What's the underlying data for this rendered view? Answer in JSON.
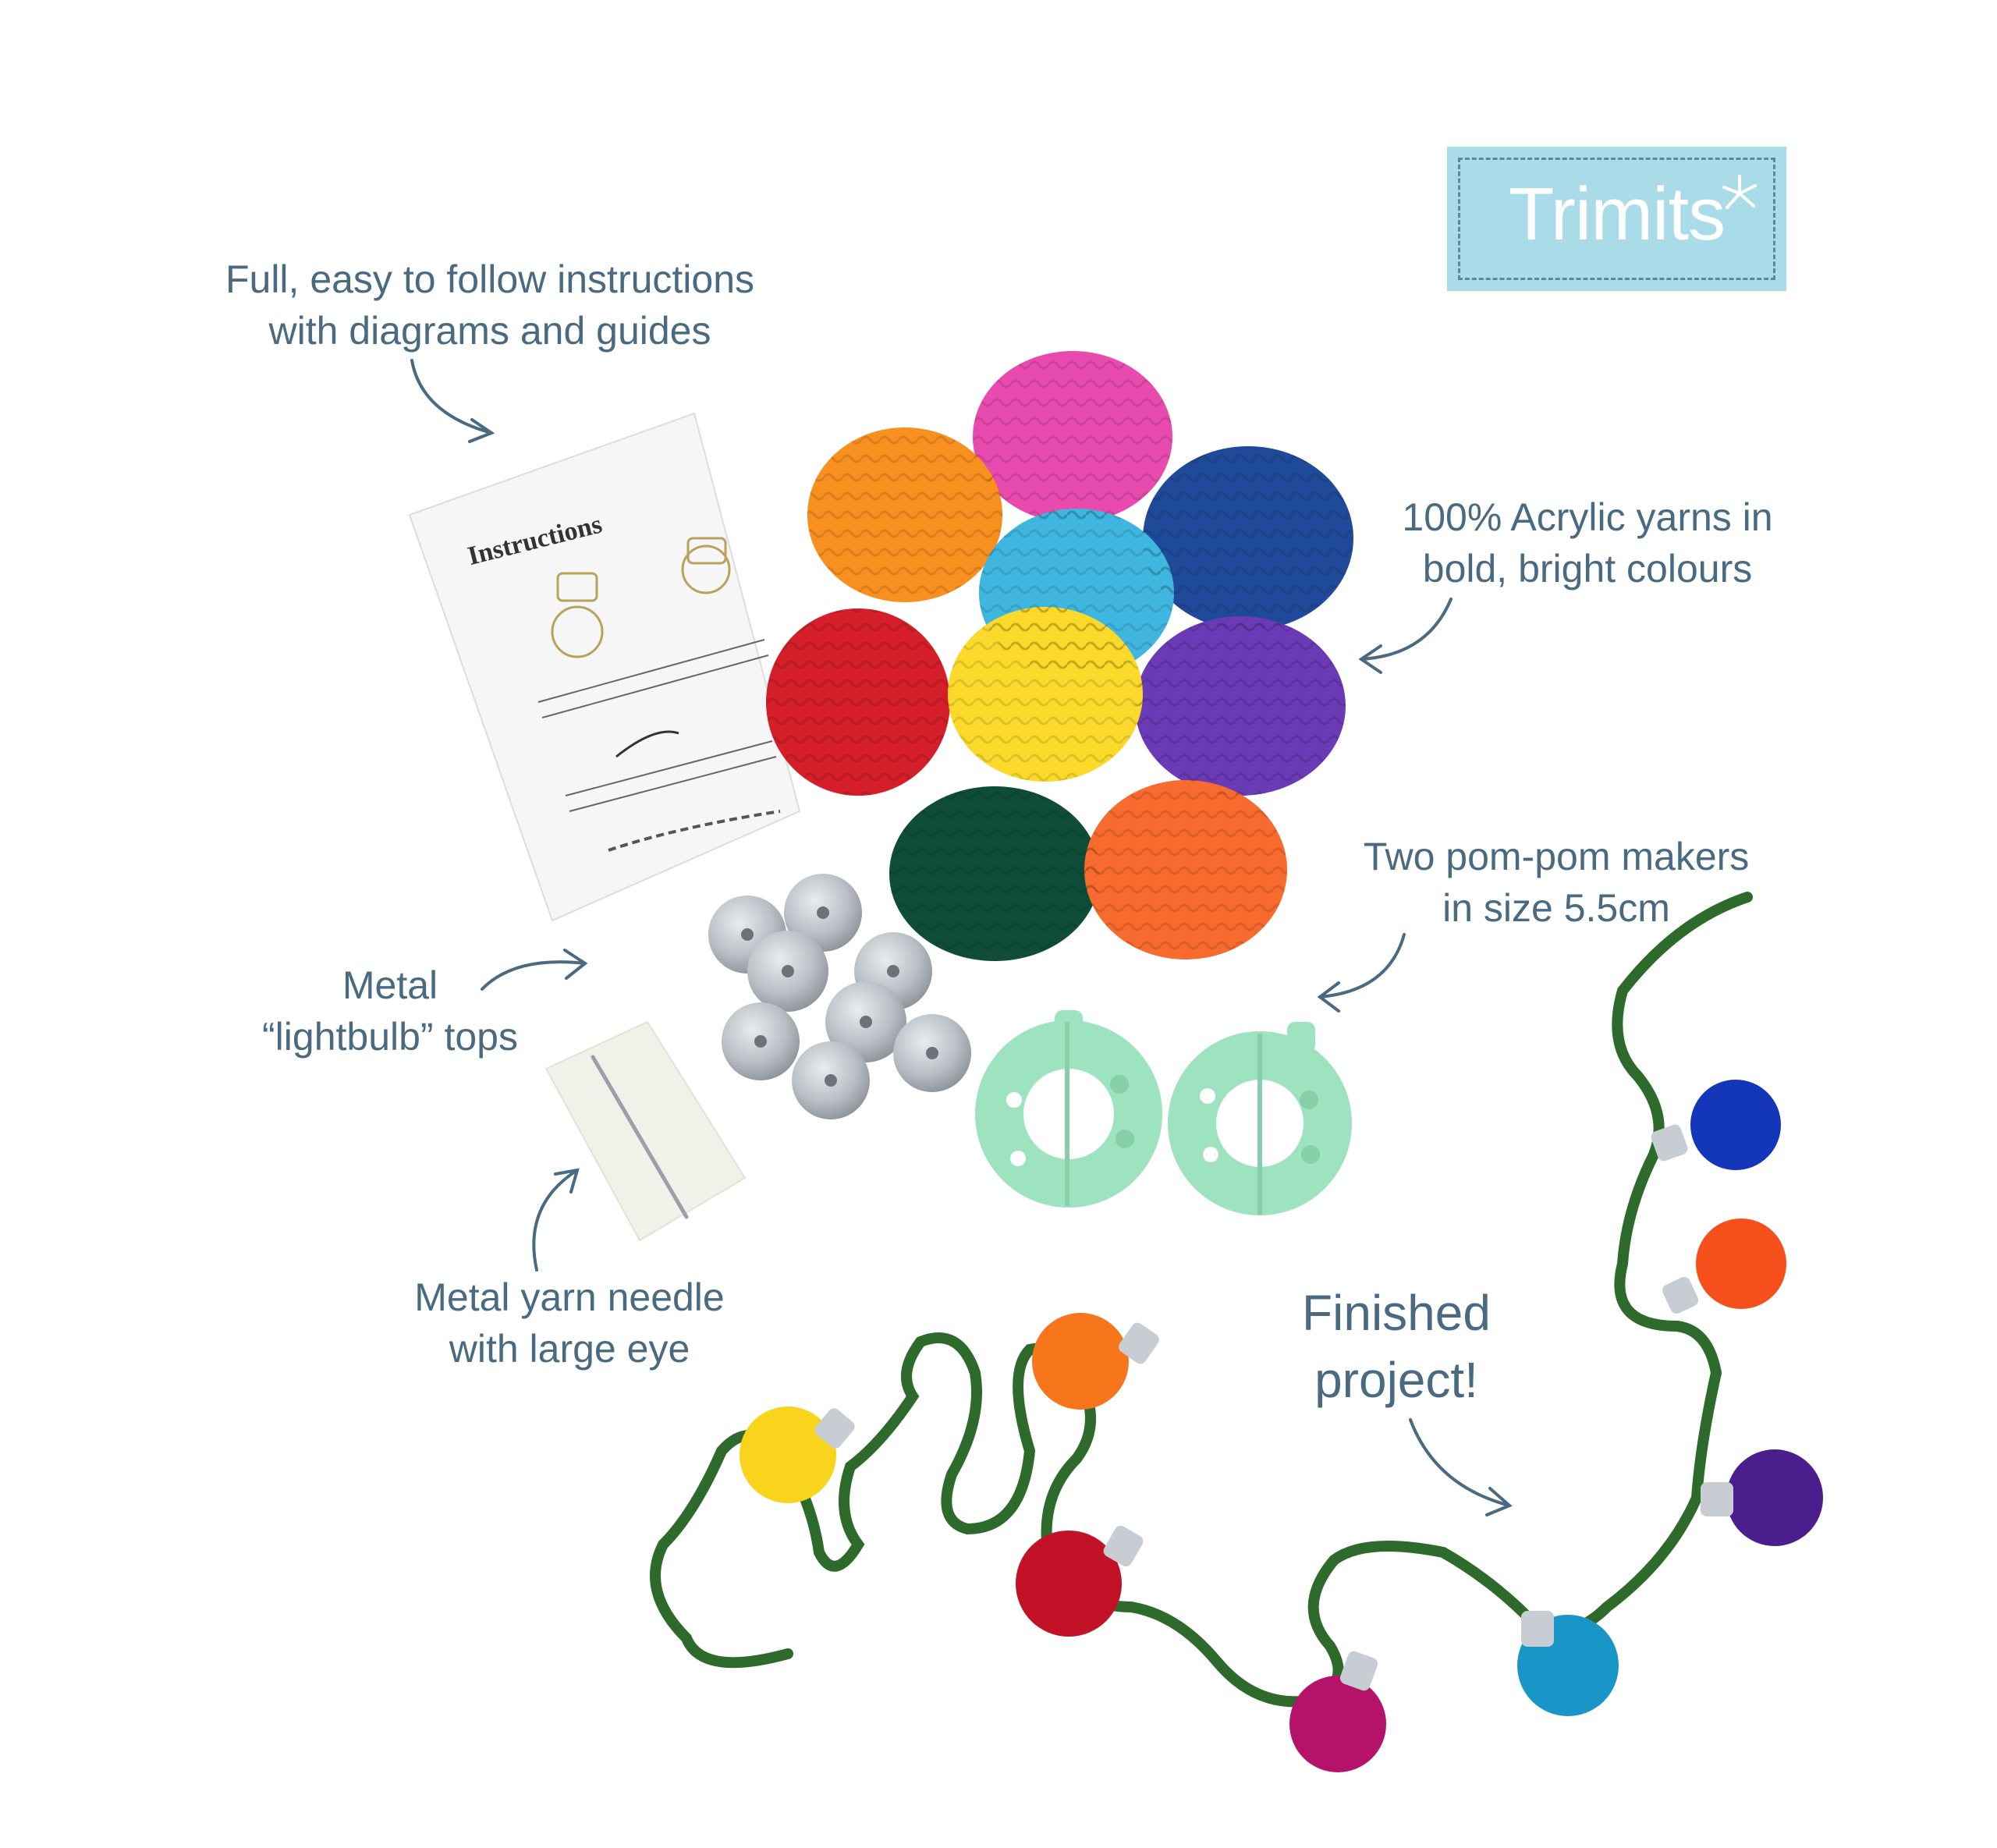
{
  "brand": {
    "logo_text": "Trimits",
    "logo_bg": "#aadbe9",
    "logo_stitch": "#5d8898"
  },
  "instructions_booklet": {
    "heading": "Instructions"
  },
  "callouts": {
    "instructions": {
      "line1": "Full, easy to follow instructions",
      "line2": "with diagrams and guides"
    },
    "yarns": {
      "line1": "100% Acrylic yarns in",
      "line2": "bold, bright colours"
    },
    "pompom_makers": {
      "line1": "Two pom-pom makers",
      "line2": "in size 5.5cm"
    },
    "lightbulb_tops": {
      "line1": "Metal",
      "line2": "“lightbulb” tops"
    },
    "needle": {
      "line1": "Metal yarn needle",
      "line2": "with large eye"
    },
    "finished": {
      "line1": "Finished",
      "line2": "project!"
    }
  },
  "colors": {
    "text": "#4a6a82",
    "yarn_pink": "#e84aae",
    "yarn_orange": "#f7901e",
    "yarn_navy": "#1f4a9a",
    "yarn_sky": "#3fb6df",
    "yarn_red": "#d41f2a",
    "yarn_yellow": "#fbd92a",
    "yarn_purple": "#6a3bb5",
    "yarn_green": "#0f4d3a",
    "yarn_coral": "#f86a2e",
    "pompom_maker": "#9ee3c0",
    "string": "#2e6a2c"
  }
}
